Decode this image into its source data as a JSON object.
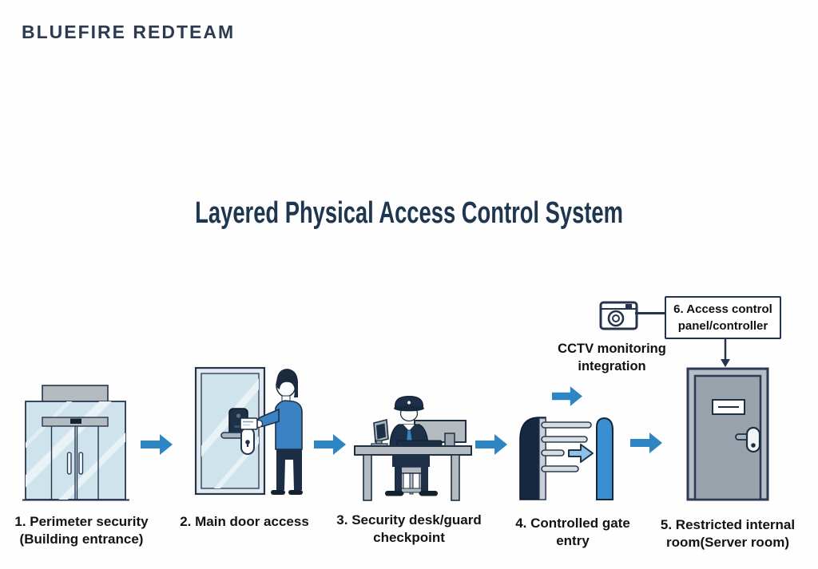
{
  "brand": {
    "logo_text": "BLUEFIRE REDTEAM"
  },
  "title": "Layered Physical Access Control System",
  "steps": [
    {
      "icon": "glass-building-entrance",
      "label": "1. Perimeter security\n(Building entrance)"
    },
    {
      "icon": "door-with-card-reader-and-person",
      "label": "2. Main door access"
    },
    {
      "icon": "security-guard-at-desk",
      "label": "3. Security desk/guard\ncheckpoint"
    },
    {
      "icon": "turnstile-gate",
      "label": "4. Controlled gate\nentry"
    },
    {
      "icon": "server-room-door",
      "label": "5. Restricted internal\nroom(Server room)"
    }
  ],
  "annotations": {
    "cctv_label": "CCTV monitoring\nintegration",
    "access_panel_label": "6. Access control\npanel/controller"
  },
  "colors": {
    "accent_arrow_blue": "#2d86c3",
    "outline_navy": "#24344e",
    "dark_navy": "#14283f",
    "title_navy": "#1f3650",
    "logo_navy": "#2e3b4e",
    "glass_blue": "#cfe3ec",
    "mid_blue": "#3a8fd0",
    "person_shirt_blue": "#3b82c4",
    "gray": "#b3bac0",
    "door_gray": "#9aa3ac",
    "label_black": "#131313"
  }
}
